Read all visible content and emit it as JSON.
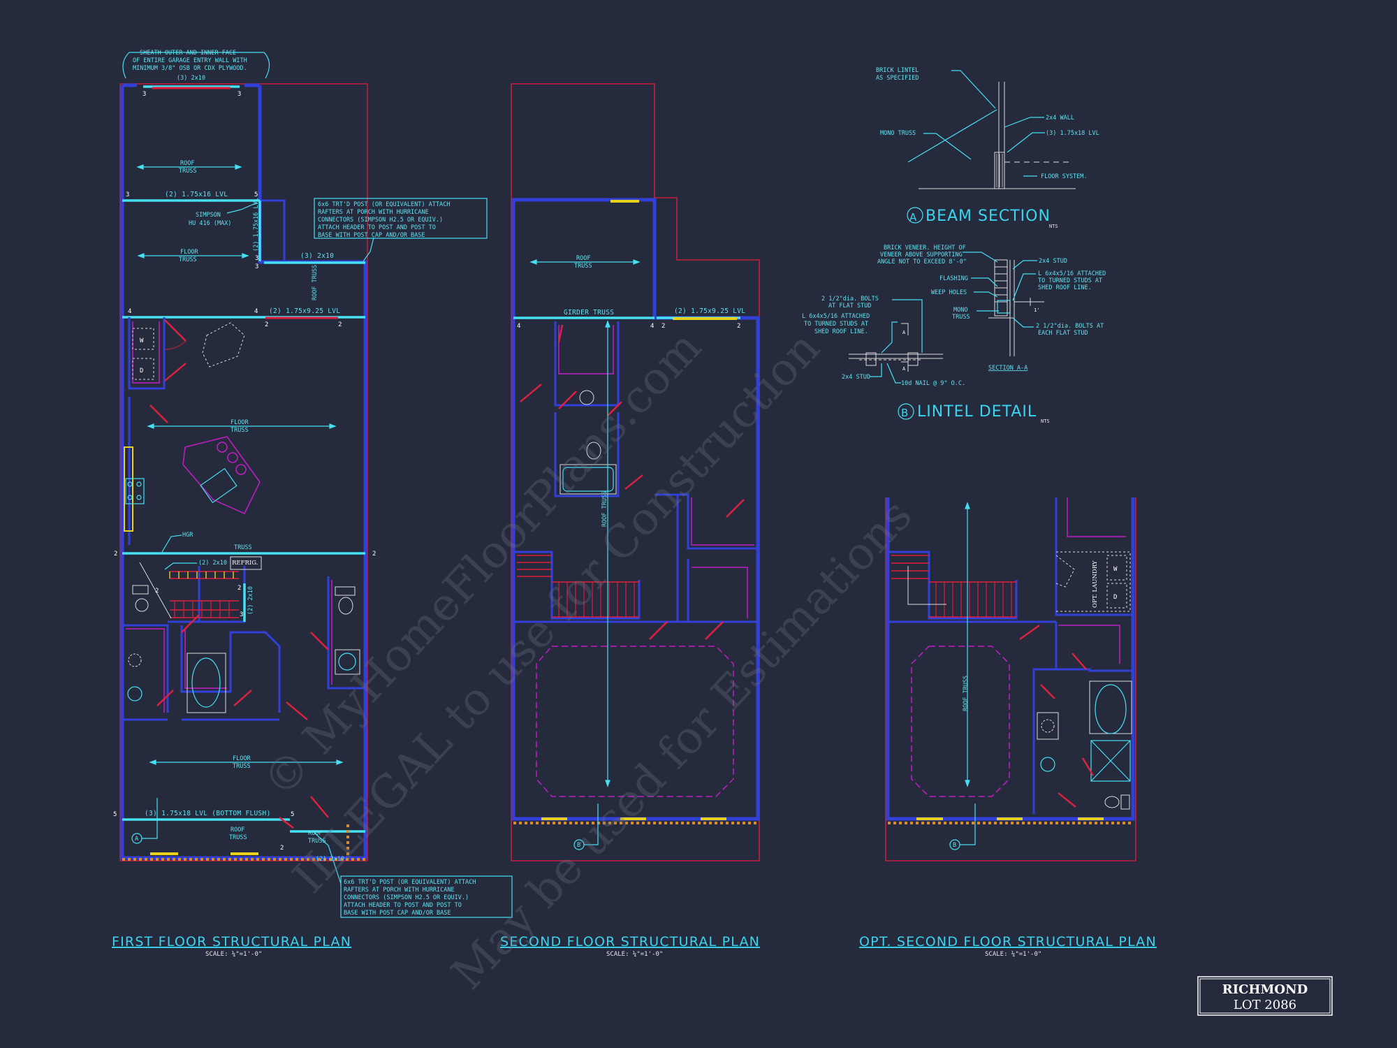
{
  "plans": {
    "first_floor": {
      "title": "FIRST FLOOR STRUCTURAL PLAN",
      "scale": "SCALE: ¼\"=1'-0\"",
      "notes": {
        "sheath_1": "SHEATH OUTER AND INNER FACE",
        "sheath_2": "OF ENTIRE GARAGE ENTRY WALL WITH",
        "sheath_3": "MINIMUM 3/8\" OSB OR CDX PLYWOOD.",
        "header_top": "(3) 2x10",
        "roof_truss_1": "ROOF",
        "roof_truss_2": "TRUSS",
        "lvl_1": "(2) 1.75x16 LVL",
        "simpson_1": "SIMPSON",
        "simpson_2": "HU 416 (MAX)",
        "floor_truss_1": "FLOOR",
        "floor_truss_2": "TRUSS",
        "lvl_vert": "(2) 1.75x16 LVL",
        "header_mid": "(3) 2x10",
        "roof_truss_v": "ROOF TRUSS",
        "lvl_2": "(2) 1.75x9.25 LVL",
        "floor_truss_b1": "FLOOR",
        "floor_truss_b2": "TRUSS",
        "hgr": "HGR",
        "truss": "TRUSS",
        "header_2x10": "(2) 2x10",
        "refrig": "REFRIG.",
        "lvl_vert2": "(2) 2x10",
        "floor_truss_c1": "FLOOR",
        "floor_truss_c2": "TRUSS",
        "lvl_bottom": "(3) 1.75x18 LVL (BOTTOM FLUSH)",
        "roof_truss_d1": "ROOF",
        "roof_truss_d2": "TRUSS",
        "roof_truss_e1": "ROOF",
        "roof_truss_e2": "TRUSS",
        "header_porch": "(2) 2x10",
        "washer": "W",
        "dryer": "D",
        "callout_a": "A"
      },
      "post_note_top": [
        "6x6 TRT'D POST (OR EQUIVALENT) ATTACH",
        "RAFTERS AT PORCH WITH HURRICANE",
        "CONNECTORS (SIMPSON H2.5 OR EQUIV.)",
        "ATTACH HEADER TO POST AND POST TO",
        "BASE WITH POST CAP AND/OR BASE"
      ],
      "post_note_bottom": [
        "6x6 TRT'D POST (OR EQUIVALENT) ATTACH",
        "RAFTERS AT PORCH WITH HURRICANE",
        "CONNECTORS (SIMPSON H2.5 OR EQUIV.)",
        "ATTACH HEADER TO POST AND POST TO",
        "BASE WITH POST CAP AND/OR BASE"
      ]
    },
    "second_floor": {
      "title": "SECOND FLOOR STRUCTURAL PLAN",
      "scale": "SCALE: ¼\"=1'-0\"",
      "notes": {
        "roof_truss_1": "ROOF",
        "roof_truss_2": "TRUSS",
        "girder": "GIRDER TRUSS",
        "lvl": "(2) 1.75x9.25 LVL",
        "roof_truss_v": "ROOF TRUSS",
        "callout_b": "B"
      }
    },
    "opt_second_floor": {
      "title": "OPT. SECOND FLOOR STRUCTURAL PLAN",
      "scale": "SCALE: ¼\"=1'-0\"",
      "notes": {
        "laundry": "OPT. LAUNDRY",
        "washer": "W",
        "dryer": "D",
        "roof_truss_v": "ROOF TRUSS",
        "callout_b": "B"
      }
    }
  },
  "details": {
    "beam_section": {
      "marker": "A",
      "title": "BEAM SECTION",
      "nts": "NTS",
      "brick_lintel_1": "BRICK LINTEL",
      "brick_lintel_2": "AS SPECIFIED",
      "mono_truss": "MONO TRUSS",
      "wall": "2x4 WALL",
      "lvl": "(3) 1.75x18 LVL",
      "floor_system": "FLOOR SYSTEM."
    },
    "lintel_detail": {
      "marker": "B",
      "title": "LINTEL DETAIL",
      "nts": "NTS",
      "brick_1": "BRICK VENEER. HEIGHT OF",
      "brick_2": "VENEER ABOVE SUPPORTING",
      "brick_3": "ANGLE NOT TO EXCEED 8'-0\"",
      "flashing": "FLASHING",
      "weep": "WEEP HOLES",
      "mono_1": "MONO",
      "mono_2": "TRUSS",
      "bolts_l1": "2 1/2\"dia. BOLTS",
      "bolts_l2": "AT FLAT STUD",
      "angle_l1": "L 6x4x5/16 ATTACHED",
      "angle_l2": "TO TURNED STUDS AT",
      "angle_l3": "SHED ROOF LINE.",
      "stud_l": "2x4 STUD",
      "nail": "10d NAIL @ 9\" O.C.",
      "stud_r": "2x4 STUD",
      "angle_r1": "L 6x4x5/16 ATTACHED",
      "angle_r2": "TO TURNED STUDS AT",
      "angle_r3": "SHED ROOF LINE.",
      "bolts_r1": "2 1/2\"dia. BOLTS AT",
      "bolts_r2": "EACH FLAT STUD",
      "section": "SECTION A-A",
      "sec_mark": "A"
    }
  },
  "watermark": {
    "line1": "© MyHomeFloorPlans.com",
    "line2": "ILLEGAL to use for Construction",
    "line3": "May be used for Estimations"
  },
  "title_block": {
    "name": "RICHMOND",
    "lot": "LOT 2086"
  },
  "colors": {
    "background": "#262a3d",
    "wall": "#3140d8",
    "annotation": "#45e0f2",
    "red_line": "#e01e3c",
    "magenta": "#c21ec4"
  }
}
